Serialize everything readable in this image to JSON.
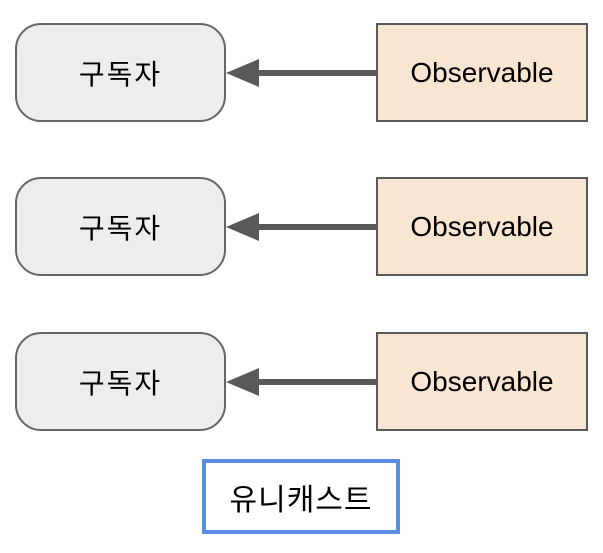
{
  "rows": [
    {
      "subscriber_label": "구독자",
      "observable_label": "Observable"
    },
    {
      "subscriber_label": "구독자",
      "observable_label": "Observable"
    },
    {
      "subscriber_label": "구독자",
      "observable_label": "Observable"
    }
  ],
  "caption": {
    "label": "유니캐스트"
  },
  "colors": {
    "canvas_bg": "#ffffff",
    "subscriber_fill": "#ededed",
    "subscriber_border": "#666666",
    "observable_fill": "#f8e5d2",
    "observable_border": "#595959",
    "arrow": "#595959",
    "caption_fill": "#ffffff",
    "caption_border": "#5b8de0",
    "text": "#000000"
  }
}
